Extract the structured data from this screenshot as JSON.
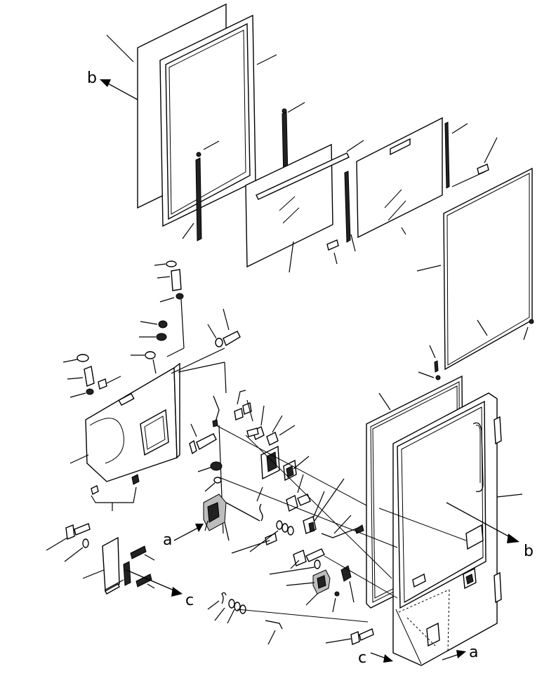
{
  "diagram": {
    "type": "exploded-parts-view",
    "view_labels": {
      "b_top": "b",
      "b_right": "b",
      "a_left": "a",
      "a_bottom": "a",
      "c_left": "c",
      "c_bottom": "c"
    },
    "colors": {
      "line": "#000000",
      "background": "#ffffff",
      "fill_dark": "#222222",
      "fill_gray": "#bdbdbd"
    }
  }
}
